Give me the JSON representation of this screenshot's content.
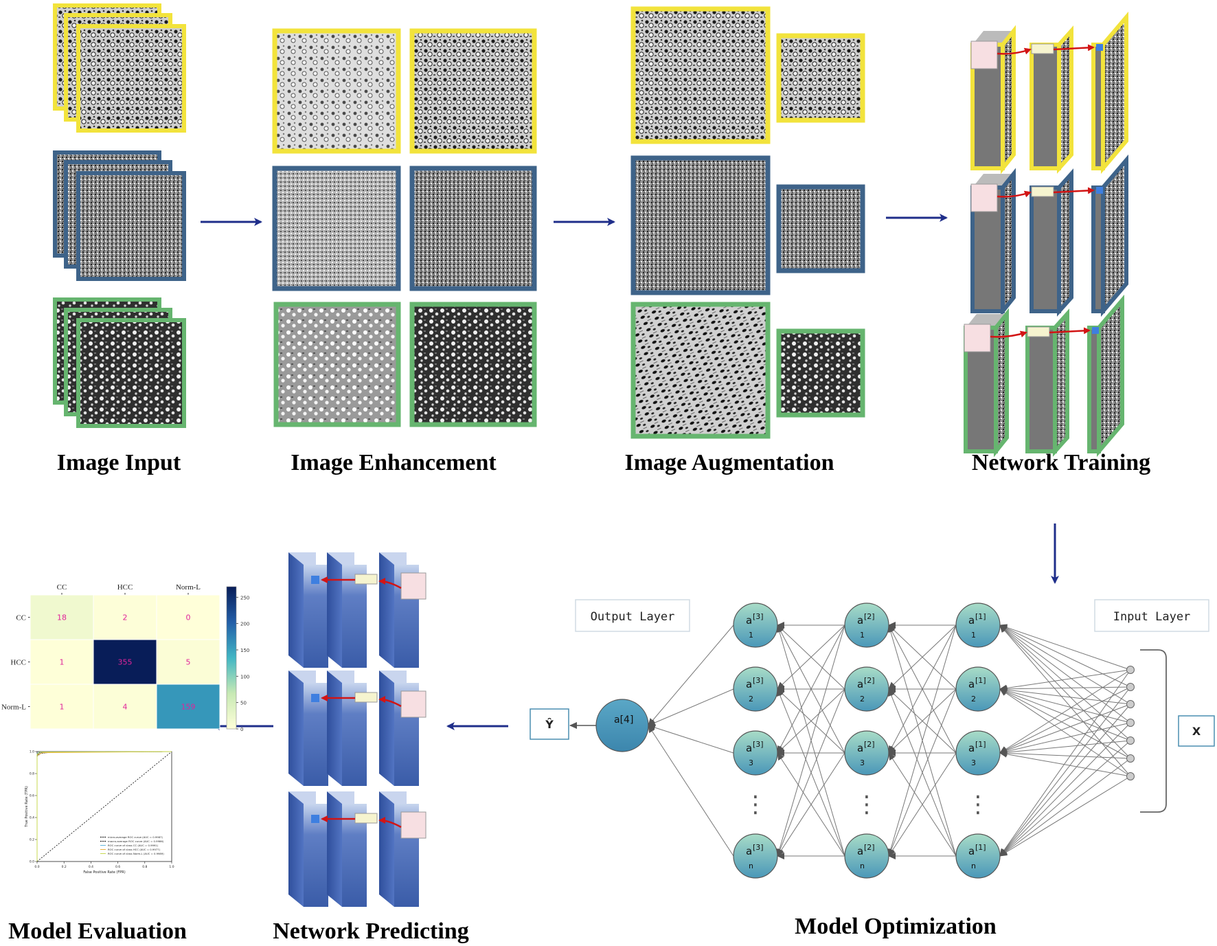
{
  "stages": {
    "image_input": "Image Input",
    "image_enhancement": "Image Enhancement",
    "image_augmentation": "Image Augmentation",
    "network_training": "Network Training",
    "model_evaluation": "Model Evaluation",
    "network_predicting": "Network Predicting",
    "model_optimization": "Model Optimization"
  },
  "colors": {
    "cc": "#f2e33c",
    "hcc": "#3e6389",
    "norm": "#66b56f",
    "arrow": "#1f2e8a",
    "red_arrow": "#d21414",
    "neuron_top": "#a6d8c6",
    "neuron_bottom": "#4a97b8"
  },
  "network": {
    "output_layer_label": "Output Layer",
    "input_layer_label": "Input Layer",
    "y_hat": "Ŷ",
    "x_label": "X",
    "output_neuron": "a[4]",
    "layers": [
      {
        "name": "a",
        "sup": "[3]",
        "subs": [
          "1",
          "2",
          "3",
          "n"
        ]
      },
      {
        "name": "a",
        "sup": "[2]",
        "subs": [
          "1",
          "2",
          "3",
          "n"
        ]
      },
      {
        "name": "a",
        "sup": "[1]",
        "subs": [
          "1",
          "2",
          "3",
          "n"
        ]
      }
    ],
    "dots": "⋮"
  },
  "chart_data": [
    {
      "type": "heatmap",
      "title": "",
      "x_categories": [
        "CC",
        "HCC",
        "Norm-L"
      ],
      "y_categories": [
        "CC",
        "HCC",
        "Norm-L"
      ],
      "values": [
        [
          18,
          2,
          0
        ],
        [
          1,
          355,
          5
        ],
        [
          1,
          4,
          159
        ]
      ],
      "colorbar_ticks": [
        0,
        50,
        100,
        150,
        200,
        250
      ]
    },
    {
      "type": "line",
      "xlabel": "False Positive Rate (FPR)",
      "ylabel": "True Positive Rate (TPR)",
      "xlim": [
        0,
        1
      ],
      "ylim": [
        0,
        1
      ],
      "x_ticks": [
        "0.0",
        "0.2",
        "0.4",
        "0.6",
        "0.8",
        "1.0"
      ],
      "y_ticks": [
        "0.0",
        "0.2",
        "0.4",
        "0.6",
        "0.8",
        "1.0"
      ],
      "legend": [
        "micro-average ROC curve (AUC = 0.9987)",
        "macro-average ROC curve (AUC = 0.9986)",
        "ROC curve of class CC (AUC = 0.9991)",
        "ROC curve of class HCC (AUC = 0.9977)",
        "ROC curve of class Norm-L (AUC = 0.9989)"
      ],
      "series_colors": [
        "#000000",
        "#000000",
        "#62b5d9",
        "#e8b040",
        "#c7d94f"
      ]
    }
  ]
}
